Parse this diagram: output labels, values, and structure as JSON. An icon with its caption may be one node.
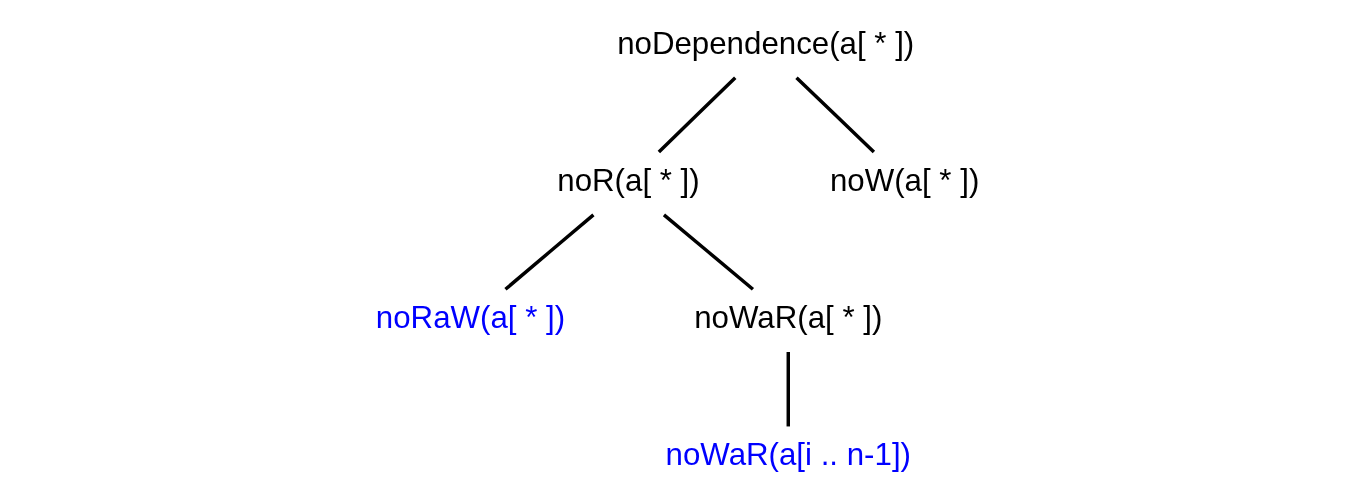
{
  "diagram": {
    "nodes": [
      {
        "text": [
          "noDependence(a[ * ])"
        ]
      },
      {
        "text": [
          "noR(a[ * ])"
        ]
      },
      {
        "text": [
          "noW(a[ * ])"
        ]
      },
      {
        "text": [
          "noRaW(a[ * ])"
        ]
      },
      {
        "text": [
          "noWaR(a[ * ])"
        ]
      },
      {
        "text": [
          "noWaR(a[i .. n-1])"
        ]
      }
    ],
    "edges": [
      {
        "from": 0,
        "to": 1,
        "arrow": "none"
      },
      {
        "from": 0,
        "to": 2,
        "arrow": "none"
      },
      {
        "from": 1,
        "to": 3,
        "arrow": "none"
      },
      {
        "from": 1,
        "to": 4,
        "arrow": "none"
      },
      {
        "from": 4,
        "to": 5,
        "arrow": "none"
      }
    ]
  }
}
